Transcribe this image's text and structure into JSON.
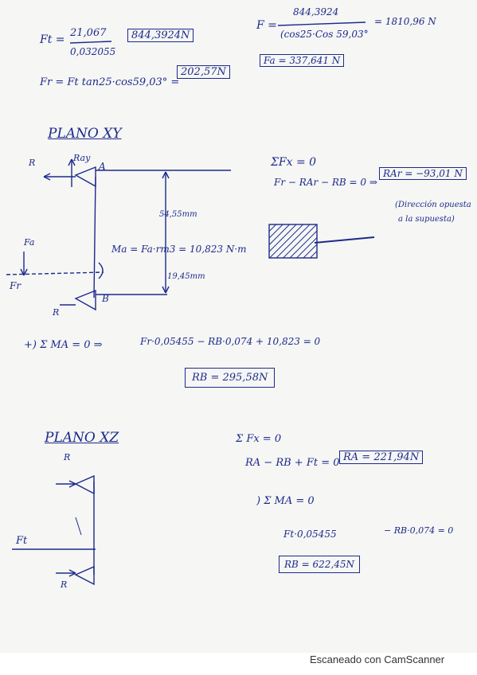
{
  "top": {
    "ft_lhs": "Ft =",
    "ft_num": "21,067",
    "ft_den": "0,032055",
    "ft_result": "844,3924N",
    "fr_eq": "Fr = Ft tan25·cos59,03° =",
    "fr_result": "202,57N",
    "f_lhs": "F =",
    "f_num": "844,3924",
    "f_den": "(cos25·Cos 59,03°",
    "f_result": "= 1810,96 N",
    "fa_result": "Fa = 337,641 N"
  },
  "plano_xy": {
    "title": "PLANO XY",
    "label_rha": "R",
    "label_ray": "Ray",
    "label_a": "A",
    "label_b": "B",
    "label_fa": "Fa",
    "label_fr": "Fr",
    "label_rb": "R",
    "dim_top": "54,55mm",
    "dim_bottom": "19,45mm",
    "moment_eq": "Ma = Fa·rm3 = 10,823 N·m",
    "sum_fx": "ΣFx = 0",
    "eq_fx": "Fr − RAr − RB = 0 ⇒",
    "rax_result": "RAr = −93,01 N",
    "note_1": "(Dirección opuesta",
    "note_2": "a la supuesta)",
    "sum_ma_label": "+) Σ MA = 0 ⇒",
    "sum_ma_eq": "Fr·0,05455 − RB·0,074 + 10,823 = 0",
    "rb_result": "RB = 295,58N"
  },
  "plano_xz": {
    "title": "PLANO XZ",
    "label_ra": "R",
    "label_rb": "R",
    "label_ft": "Ft",
    "sum_fx": "Σ Fx = 0",
    "eq_fx": "RA − RB + Ft = 0",
    "ra_result": "RA = 221,94N",
    "sum_ma": ") Σ MA = 0",
    "eq_ma_1": "Ft·0,05455",
    "eq_ma_2": "− RB·0,074 = 0",
    "rb_result": "RB = 622,45N"
  },
  "footer": "Escaneado con CamScanner",
  "colors": {
    "ink": "#1c2a8c",
    "paper": "#f6f6f4"
  }
}
